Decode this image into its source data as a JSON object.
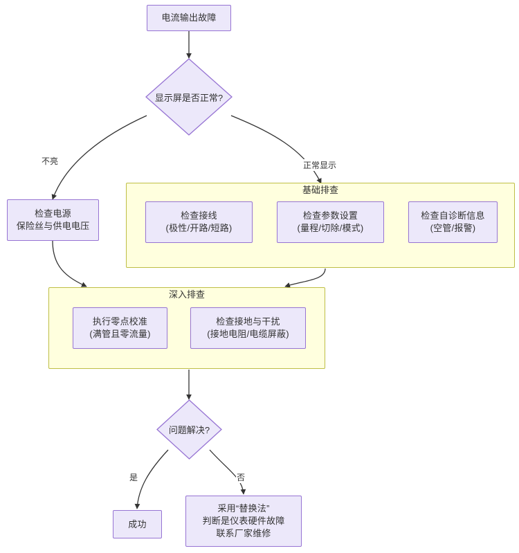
{
  "diagram": {
    "type": "flowchart",
    "direction": "top-down",
    "title_node": "电流输出故障",
    "colors": {
      "node_fill": "#ECE8FA",
      "node_stroke": "#9673D3",
      "cluster_fill": "#FFFFDE",
      "cluster_stroke": "#BEBE45",
      "edge_stroke": "#333333",
      "text": "#333333",
      "background": "#FFFFFF"
    }
  },
  "nodes": {
    "start": {
      "label": "电流输出故障"
    },
    "decision_display": {
      "label": "显示屏是否正常?"
    },
    "check_power": {
      "label": "检查电源\n保险丝与供电电压"
    },
    "check_wiring": {
      "label": "检查接线\n(极性/开路/短路)"
    },
    "check_params": {
      "label": "检查参数设置\n(量程/切除/模式)"
    },
    "check_selfdiag": {
      "label": "检查自诊断信息\n(空管/报警)"
    },
    "zero_calibration": {
      "label": "执行零点校准\n(满管且零流量)"
    },
    "check_ground": {
      "label": "检查接地与干扰\n(接地电阻/电缆屏蔽)"
    },
    "decision_solved": {
      "label": "问题解决?"
    },
    "success": {
      "label": "成功"
    },
    "replacement": {
      "label": "采用“替换法”\n判断是仪表硬件故障\n联系厂家维修"
    }
  },
  "clusters": {
    "basic": {
      "title": "基础排查"
    },
    "advanced": {
      "title": "深入排查"
    }
  },
  "edge_labels": {
    "display_off": "不亮",
    "display_normal": "正常显示",
    "solved_yes": "是",
    "solved_no": "否"
  }
}
